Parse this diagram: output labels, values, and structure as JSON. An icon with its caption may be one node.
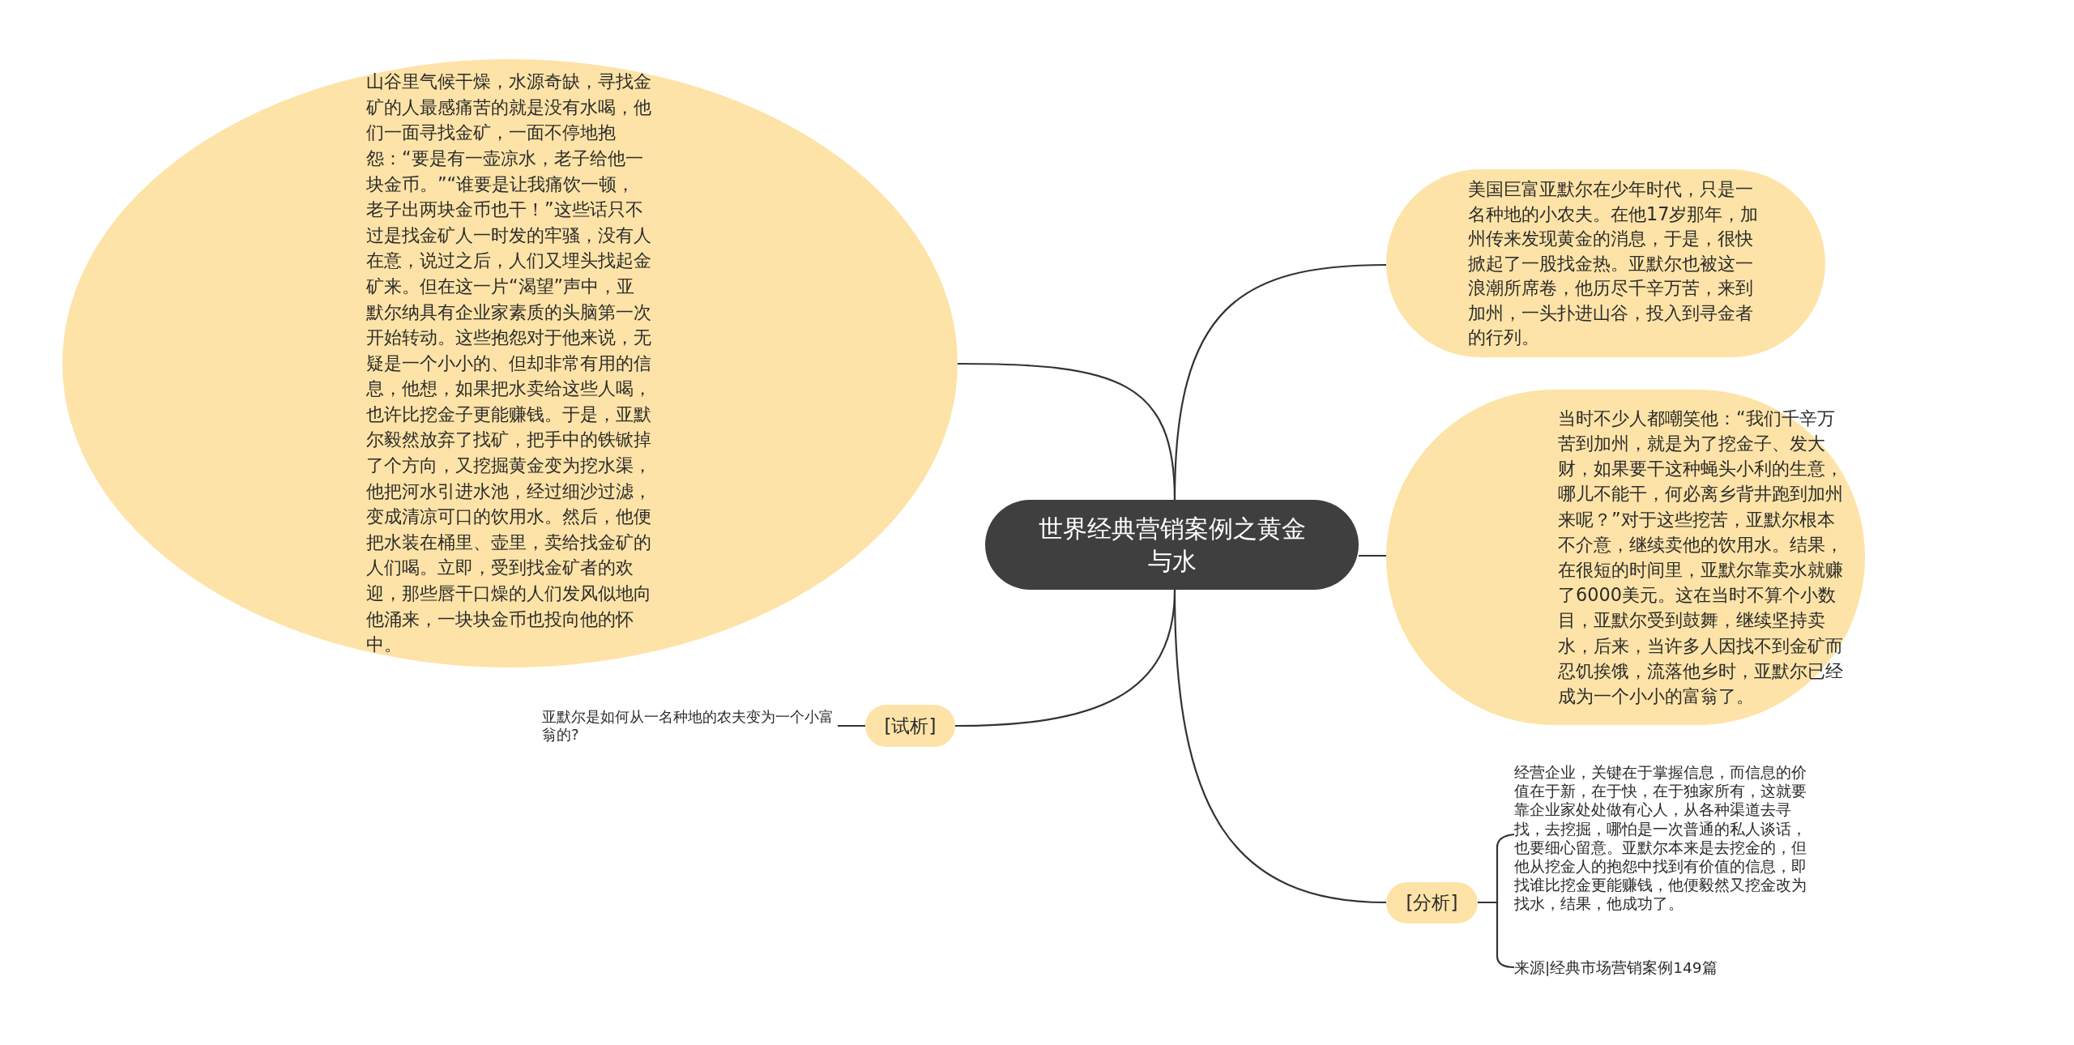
{
  "diagram": {
    "nodes": [
      {
        "text": [
          "世界经典营销案例之黄金与水"
        ]
      },
      {
        "text": [
          "山谷里气候干燥，水源奇缺，寻找金矿的人最感痛苦的就是没有水喝，他们一面寻找金矿，一面不停地抱怨：“要是有一壶凉水，老子给他一块金币。”“谁要是让我痛饮一顿，老子出两块金币也干！”这些话只不过是找金矿人一时发的牢骚，没有人在意，说过之后，人们又埋头找起金矿来。但在这一片“渴望”声中，亚默尔纳具有企业家素质的头脑第一次开始转动。这些抱怨对于他来说，无疑是一个小小的、但却非常有用的信息，他想，如果把水卖给这些人喝，也许比挖金子更能赚钱。于是，亚默尔毅然放弃了找矿，把手中的铁锨掉了个方向，又挖掘黄金变为挖水渠，他把河水引进水池，经过细沙过滤，变成清凉可口的饮用水。然后，他便把水装在桶里、壶里，卖给找金矿的人们喝。立即，受到找金矿者的欢迎，那些唇干口燥的人们发风似地向他涌来，一块块金币也投向他的怀中。"
        ]
      },
      {
        "text": [
          "美国巨富亚默尔在少年时代，只是一名种地的小农夫。在他17岁那年，加州传来发现黄金的消息，于是，很快掀起了一股找金热。亚默尔也被这一浪潮所席卷，他历尽千辛万苦，来到加州，一头扑进山谷，投入到寻金者的行列。"
        ]
      },
      {
        "text": [
          "当时不少人都嘲笑他：“我们千辛万苦到加州，就是为了挖金子、发大财，如果要干这种蝇头小利的生意，哪儿不能干，何必离乡背井跑到加州来呢？”对于这些挖苦，亚默尔根本不介意，继续卖他的饮用水。结果，在很短的时间里，亚默尔靠卖水就赚了6000美元。这在当时不算个小数目，亚默尔受到鼓舞，继续坚持卖水，后来，当许多人因找不到金矿而忍饥挨饿，流落他乡时，亚默尔已经成为一个小小的富翁了。"
        ]
      },
      {
        "text": [
          "[试析]"
        ]
      },
      {
        "text": [
          "亚默尔是如何从一名种地的农夫变为一个小富翁的?"
        ]
      },
      {
        "text": [
          "[分析]"
        ]
      },
      {
        "text": [
          "经营企业，关键在于掌握信息，而信息的价值在于新，在于快，在于独家所有，这就要靠企业家处处做有心人，从各种渠道去寻找，去挖掘，哪怕是一次普通的私人谈话，也要细心留意。亚默尔本来是去挖金的，但他从挖金人的抱怨中找到有价值的信息，即找谁比挖金更能赚钱，他便毅然又挖金改为找水，结果，他成功了。"
        ]
      },
      {
        "text": [
          "来源|经典市场营销案例149篇"
        ]
      }
    ],
    "edges": [
      {
        "from": 0,
        "to": 1,
        "arrow": "none"
      },
      {
        "from": 0,
        "to": 2,
        "arrow": "none"
      },
      {
        "from": 0,
        "to": 3,
        "arrow": "none"
      },
      {
        "from": 0,
        "to": 4,
        "arrow": "none"
      },
      {
        "from": 4,
        "to": 5,
        "arrow": "none"
      },
      {
        "from": 0,
        "to": 6,
        "arrow": "none"
      },
      {
        "from": 6,
        "to": 7,
        "arrow": "none"
      },
      {
        "from": 6,
        "to": 8,
        "arrow": "none"
      }
    ]
  }
}
